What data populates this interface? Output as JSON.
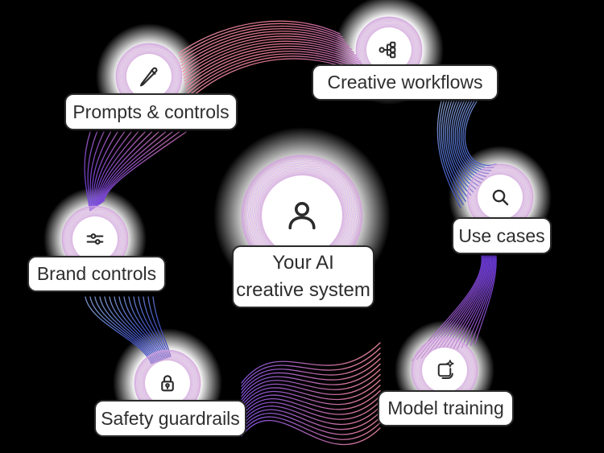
{
  "title": "Your AI creative system diagram",
  "background": "#000000",
  "center": {
    "label_line1": "Your AI",
    "label_line2": "creative system",
    "icon": "person-icon"
  },
  "nodes": [
    {
      "id": "prompts-controls",
      "label": "Prompts & controls",
      "icon": "pencil-icon"
    },
    {
      "id": "creative-workflows",
      "label": "Creative workflows",
      "icon": "workflow-icon"
    },
    {
      "id": "use-cases",
      "label": "Use cases",
      "icon": "search-icon"
    },
    {
      "id": "model-training",
      "label": "Model training",
      "icon": "model-training-icon"
    },
    {
      "id": "safety-guardrails",
      "label": "Safety guardrails",
      "icon": "lock-icon"
    },
    {
      "id": "brand-controls",
      "label": "Brand controls",
      "icon": "sliders-icon"
    }
  ],
  "colors": {
    "pink": "#e87a93",
    "pink_light": "#f08ca3",
    "purple": "#9050c8",
    "violet": "#6c3ae0",
    "blue": "#3240c0",
    "blue_mid": "#5a7ad8",
    "blue_light": "#a8bce0",
    "mauve": "#b77fc4",
    "magenta": "#c06ab8",
    "ring_purple": "#b49af0",
    "ring_pink": "#f0aecb",
    "icon_stroke": "#2b2b2b",
    "text": "#2e2e2e",
    "pill_border": "#2b2b2b",
    "pill_bg": "#ffffff"
  }
}
